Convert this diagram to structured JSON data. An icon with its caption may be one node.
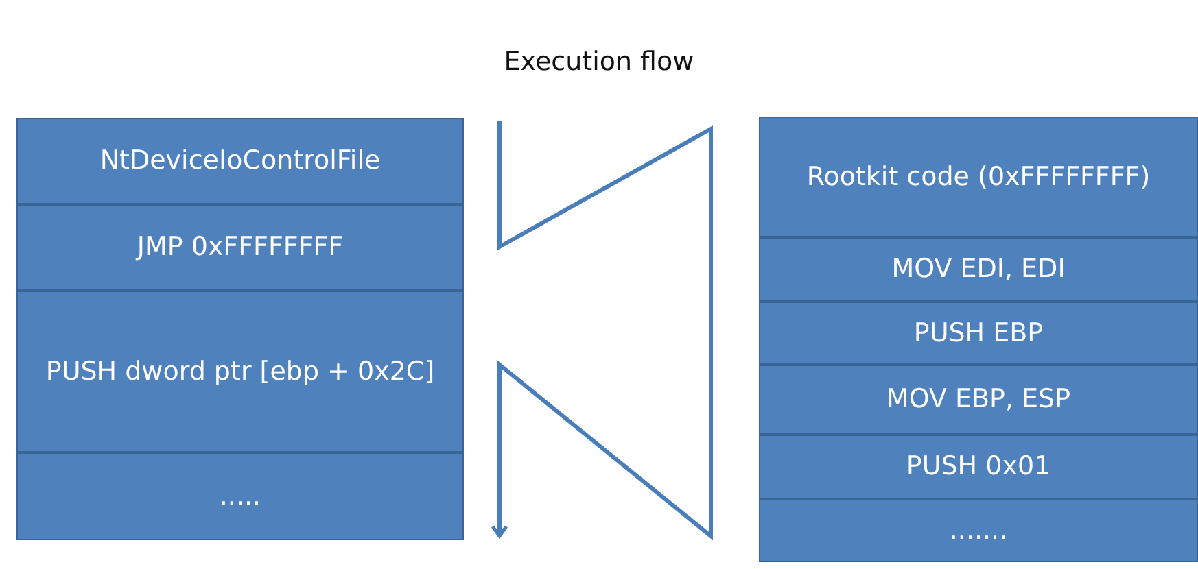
{
  "diagram": {
    "title": "Execution flow",
    "nodes": [
      {
        "text": [
          "NtDeviceIoControlFile"
        ]
      },
      {
        "text": [
          "JMP 0xFFFFFFFF"
        ]
      },
      {
        "text": [
          "PUSH dword ptr [ebp + 0x2C]"
        ]
      },
      {
        "text": [
          "....."
        ]
      },
      {
        "text": [
          "Rootkit code (0xFFFFFFFF)"
        ]
      },
      {
        "text": [
          "MOV EDI, EDI"
        ]
      },
      {
        "text": [
          "PUSH EBP"
        ]
      },
      {
        "text": [
          "MOV EBP, ESP"
        ]
      },
      {
        "text": [
          "PUSH 0x01"
        ]
      },
      {
        "text": [
          "......."
        ]
      }
    ]
  }
}
